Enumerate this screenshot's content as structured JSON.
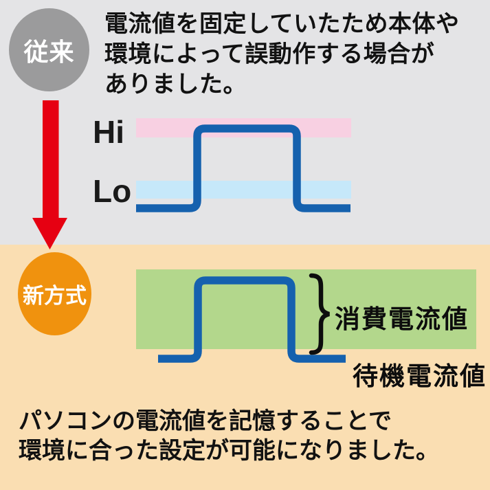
{
  "colors": {
    "bg_gray": "#e4e4e6",
    "bg_tan": "#fadeb2",
    "badge_gray": "#9b9b9c",
    "badge_orange": "#f0920e",
    "accent_red": "#e60012",
    "band_pink": "#f8d0e2",
    "band_lightblue": "#c6e8fa",
    "band_green": "#b3d78c",
    "wave_blue": "#1561ae"
  },
  "conventional": {
    "badge_label": "従来",
    "description_lines": [
      "電流値を固定していたため本体や",
      "環境によって誤動作する場合が",
      "ありました。"
    ],
    "hi_label": "Hi",
    "lo_label": "Lo"
  },
  "new_method": {
    "badge_label": "新方式",
    "consumption_label": "消費電流値",
    "standby_label": "待機電流値"
  },
  "footer": {
    "lines": [
      "パソコンの電流値を記憶することで",
      "環境に合った設定が可能になりました。"
    ]
  }
}
